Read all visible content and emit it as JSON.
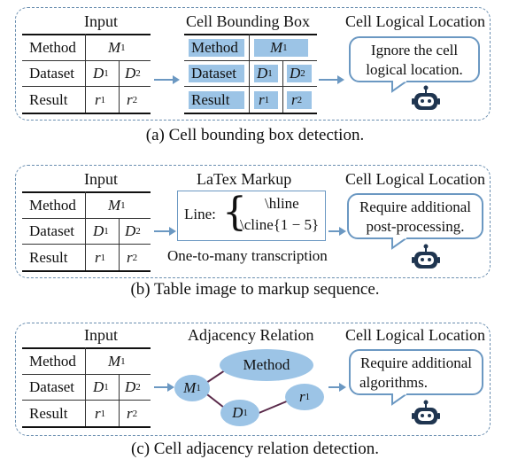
{
  "panel_a": {
    "input_title": "Input",
    "table": {
      "method_label": "Method",
      "method_value": "M",
      "method_sub": "1",
      "dataset_label": "Dataset",
      "d1": "D",
      "d1_sub": "1",
      "d2": "D",
      "d2_sub": "2",
      "result_label": "Result",
      "r1": "r",
      "r1_sub": "1",
      "r2": "r",
      "r2_sub": "2"
    },
    "mid_title": "Cell Bounding Box",
    "right_title": "Cell Logical Location",
    "bubble_line1": "Ignore the cell",
    "bubble_line2": "logical location.",
    "caption": "(a) Cell bounding box detection."
  },
  "panel_b": {
    "input_title": "Input",
    "mid_title": "LaTex Markup",
    "line_label": "Line:",
    "markup_1": "\\hline",
    "markup_2": "\\cline{1 − 5}",
    "sub_label": "One-to-many transcription",
    "right_title": "Cell Logical Location",
    "bubble_line1": "Require additional",
    "bubble_line2": "post-processing.",
    "caption": "(b) Table image to markup sequence."
  },
  "panel_c": {
    "input_title": "Input",
    "mid_title": "Adjacency Relation",
    "node_method": "Method",
    "node_m1": "M",
    "node_m1_sub": "1",
    "node_d1": "D",
    "node_d1_sub": "1",
    "node_r1": "r",
    "node_r1_sub": "1",
    "right_title": "Cell Logical Location",
    "bubble_line1": "Require additional",
    "bubble_line2": "algorithms.",
    "caption": "(c) Cell adjacency relation detection."
  },
  "colors": {
    "accent": "#6b98c2",
    "highlight": "#9cc4e6",
    "dashed_border": "#6b8fb0",
    "robot": "#1f3550"
  },
  "icons": [
    "robot-icon",
    "arrow-right-icon"
  ]
}
